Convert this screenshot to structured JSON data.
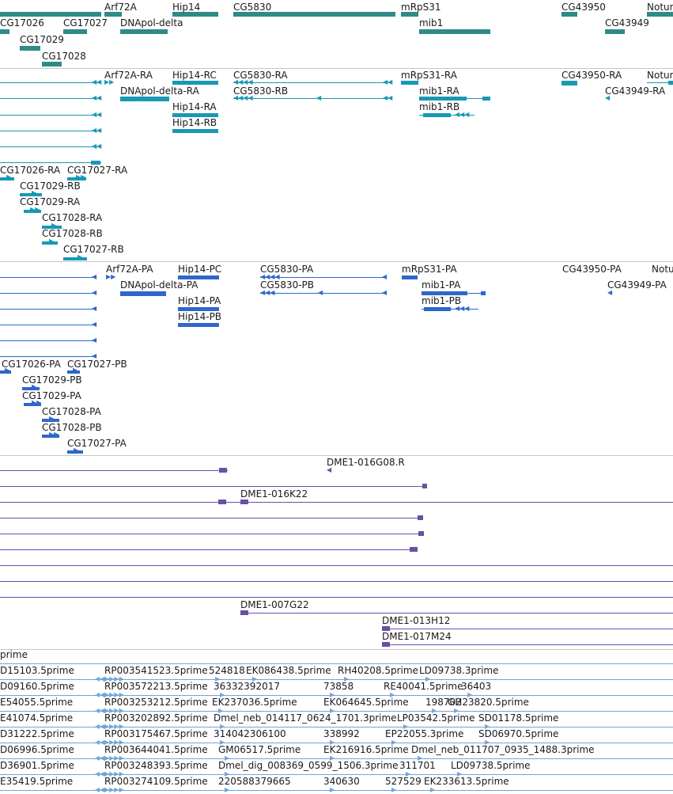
{
  "colors": {
    "gene": "#2e8b87",
    "transcript": "#1799b5",
    "protein": "#2f66cc",
    "clone": "#6a4fa3",
    "est": "#6fa7d8",
    "separator": "#c8c8c8"
  },
  "tracks": {
    "genes": {
      "labels": [
        "CG17026",
        "CG17027",
        "CG17029",
        "CG17028",
        "Arf72A",
        "DNApol-delta",
        "Hip14",
        "CG5830",
        "mRpS31",
        "mib1",
        "CG43950",
        "CG43949",
        "Notum"
      ]
    },
    "transcripts": {
      "labels": [
        "Arf72A-RA",
        "DNApol-delta-RA",
        "Hip14-RC",
        "Hip14-RA",
        "Hip14-RB",
        "CG5830-RA",
        "CG5830-RB",
        "mRpS31-RA",
        "mib1-RA",
        "mib1-RB",
        "CG43950-RA",
        "CG43949-RA",
        "Notum",
        "CG17026-RA",
        "CG17027-RA",
        "CG17029-RB",
        "CG17029-RA",
        "CG17028-RA",
        "CG17028-RB",
        "CG17027-RB"
      ]
    },
    "proteins": {
      "labels": [
        "Arf72A-PA",
        "DNApol-delta-PA",
        "Hip14-PC",
        "Hip14-PA",
        "Hip14-PB",
        "CG5830-PA",
        "CG5830-PB",
        "mRpS31-PA",
        "mib1-PA",
        "mib1-PB",
        "CG43950-PA",
        "CG43949-PA",
        "Notum",
        "CG17026-PA",
        "CG17027-PB",
        "CG17029-PB",
        "CG17029-PA",
        "CG17028-PA",
        "CG17028-PB",
        "CG17027-PA"
      ]
    },
    "clones": {
      "labels": [
        "DME1-016G08.R",
        "DME1-016K22",
        "DME1-007G22",
        "DME1-013H12",
        "DME1-017M24"
      ]
    },
    "ests": {
      "header": "prime",
      "labels": [
        "D15103.5prime",
        "RP003541523.5prime",
        "524818",
        "EK086438.5prime",
        "RH40208.5prime",
        "LD09738.3prime",
        "D09160.5prime",
        "RP003572213.5prime",
        "36332392017",
        "73858",
        "RE40041.5prime",
        "36403",
        "E54055.5prime",
        "RP003253212.5prime",
        "EK237036.5prime",
        "EK064645.5prime",
        "198702",
        "GH23820.5prime",
        "E41074.5prime",
        "RP003202892.5prime",
        "Dmel_neb_014117_0624_1701.3prime",
        "LP03542.5prime",
        "SD01178.5prime",
        "D31222.5prime",
        "RP003175467.5prime",
        "314042306100",
        "338992",
        "EP22055.3prime",
        "SD06970.5prime",
        "D06996.5prime",
        "RP003644041.5prime",
        "GM06517.5prime",
        "EK216916.5prime",
        "Dmel_neb_011707_0935_1488.3prime",
        "D36901.5prime",
        "RP003248393.5prime",
        "Dmel_dig_008369_0599_1506.3prime",
        "311701",
        "LD09738.5prime",
        "E35419.5prime",
        "RP003274109.5prime",
        "220588379665",
        "340630",
        "527529",
        "EK233613.5prime"
      ]
    }
  }
}
